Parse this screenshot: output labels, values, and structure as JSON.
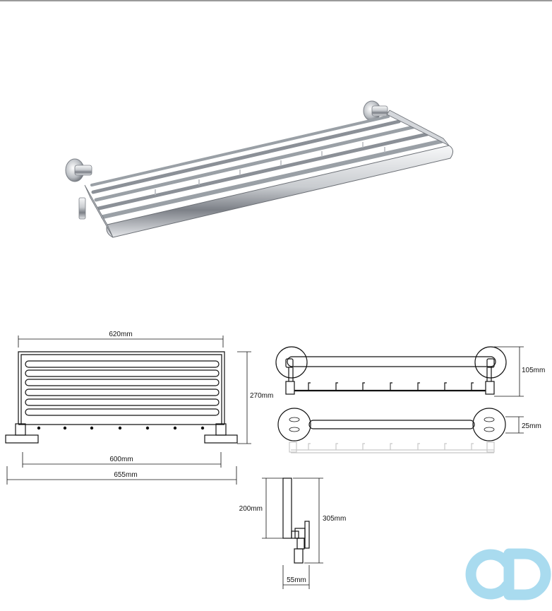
{
  "dimensions": {
    "front_width_top": "620mm",
    "front_height": "270mm",
    "front_width_inner": "600mm",
    "front_width_total": "655mm",
    "top_view_height": "105mm",
    "bottom_view_height": "25mm",
    "side_height_bar": "200mm",
    "side_height_total": "305mm",
    "side_depth": "55mm"
  },
  "colors": {
    "line": "#111111",
    "ghost": "#c8c8c8",
    "logo": "#a9dbef",
    "chrome_dark": "#6b6f75",
    "chrome_light": "#f2f4f6"
  },
  "icons": {
    "brand_logo": "cd-logo-icon"
  }
}
